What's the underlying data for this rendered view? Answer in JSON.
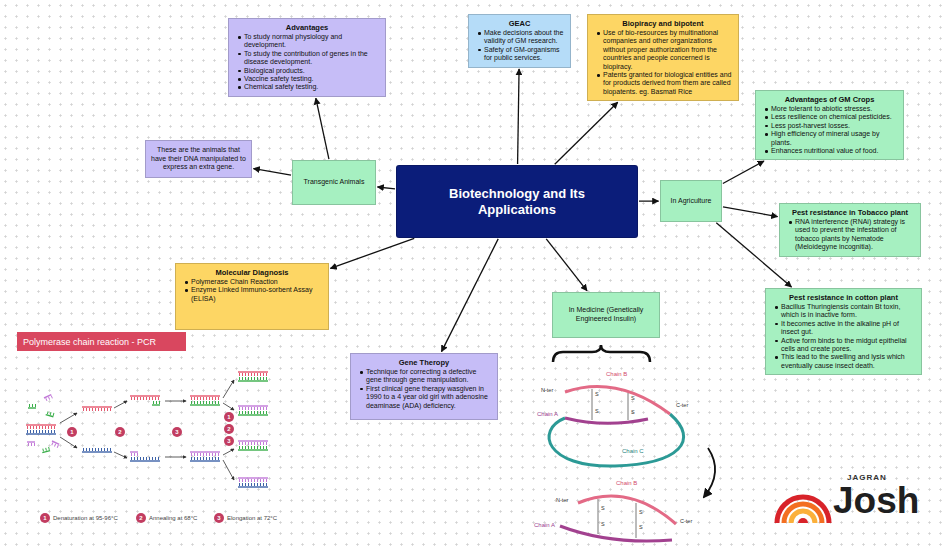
{
  "diagram": {
    "nodes": [
      {
        "text": [
          "Advantages",
          "To study normal physiology and development.",
          "To study the contribution of genes in the disease development.",
          "Biological products.",
          "Vaccine safety testing.",
          "Chemical safety testing."
        ]
      },
      {
        "text": [
          "GEAC",
          "Make decisions about the validity of GM research.",
          "Safety of GM-organisms for public services."
        ]
      },
      {
        "text": [
          "Biopiracy and bipotent",
          "Use of bio-resources by multinational companies and other organizations without proper authorization from the countries and people concerned is biopiracy.",
          "Patents granted for biological entities and for products derived from them are called biopatents. eg. Basmati Rice"
        ]
      },
      {
        "text": [
          "Advantages of GM Crops",
          "More tolerant to abiotic stresses.",
          "Less resilience on chemical pesticides.",
          "Less post-harvest losses.",
          "High efficiency of mineral usage by plants.",
          "Enhances nutritional value of food."
        ]
      },
      {
        "text": [
          "These are the animals that have their DNA manipulated to express an extra gene."
        ]
      },
      {
        "text": [
          "Transgenic Animals"
        ]
      },
      {
        "text": [
          "Biotechnology and Its Applications"
        ]
      },
      {
        "text": [
          "In Agriculture"
        ]
      },
      {
        "text": [
          "Pest resistance in Tobacco plant",
          "RNA interference (RNAi) strategy is used to prevent the infestation of tobacco plants by Nematode (Meloidegyne incognitia)."
        ]
      },
      {
        "text": [
          "Molecular Diagnosis",
          "Polymerase Chain Reaction",
          "Enzyme Linked Immuno-sorbent Assay (ELISA)"
        ]
      },
      {
        "text": [
          "Pest resistance in cotton plant",
          "Bacillus Thuringiensis contain Bt toxin, which is in inactive form.",
          "It becomes active in the alkaline pH of insect gut.",
          "Active form binds to the midgut epithelial cells and create pores.",
          "This lead to the swelling and lysis which eventually cause insect death."
        ]
      },
      {
        "text": [
          "In Medicine (Genetically Engineered Insulin)"
        ]
      },
      {
        "text": [
          "Polymerase chain reaction - PCR"
        ]
      },
      {
        "text": [
          "Gene Theropy",
          "Technique for correcting a defective gene through gene manipulation.",
          "First clinical gene therapy wasgiven in 1990 to a 4 year old girl with adenosine deaminase (ADA) deficiency."
        ]
      }
    ],
    "edges": [
      {
        "from": 6,
        "to": 5,
        "arrow": "to"
      },
      {
        "from": 5,
        "to": 4,
        "arrow": "to"
      },
      {
        "from": 5,
        "to": 0,
        "arrow": "to"
      },
      {
        "from": 6,
        "to": 1,
        "arrow": "to"
      },
      {
        "from": 6,
        "to": 2,
        "arrow": "to"
      },
      {
        "from": 6,
        "to": 7,
        "arrow": "to"
      },
      {
        "from": 7,
        "to": 3,
        "arrow": "to"
      },
      {
        "from": 7,
        "to": 8,
        "arrow": "to"
      },
      {
        "from": 7,
        "to": 10,
        "arrow": "to"
      },
      {
        "from": 6,
        "to": 9,
        "arrow": "to"
      },
      {
        "from": 6,
        "to": 13,
        "arrow": "to"
      },
      {
        "from": 6,
        "to": 11,
        "arrow": "to"
      }
    ],
    "labels": [
      "1",
      "2",
      "3",
      "1",
      "2",
      "3",
      "1",
      "Denaturation at 95-96°C",
      "2",
      "Annealing at 68°C",
      "3",
      "Elongation at 72°C",
      "Chain B",
      "N-ter",
      "Chain A",
      "C-ter",
      "Chain C",
      "S",
      "S",
      "S",
      "S",
      "Chain B",
      "N-ter",
      "Chain A",
      "C-ter",
      "S",
      "S",
      "S",
      "S",
      "JAGRAN",
      "Josh"
    ]
  }
}
